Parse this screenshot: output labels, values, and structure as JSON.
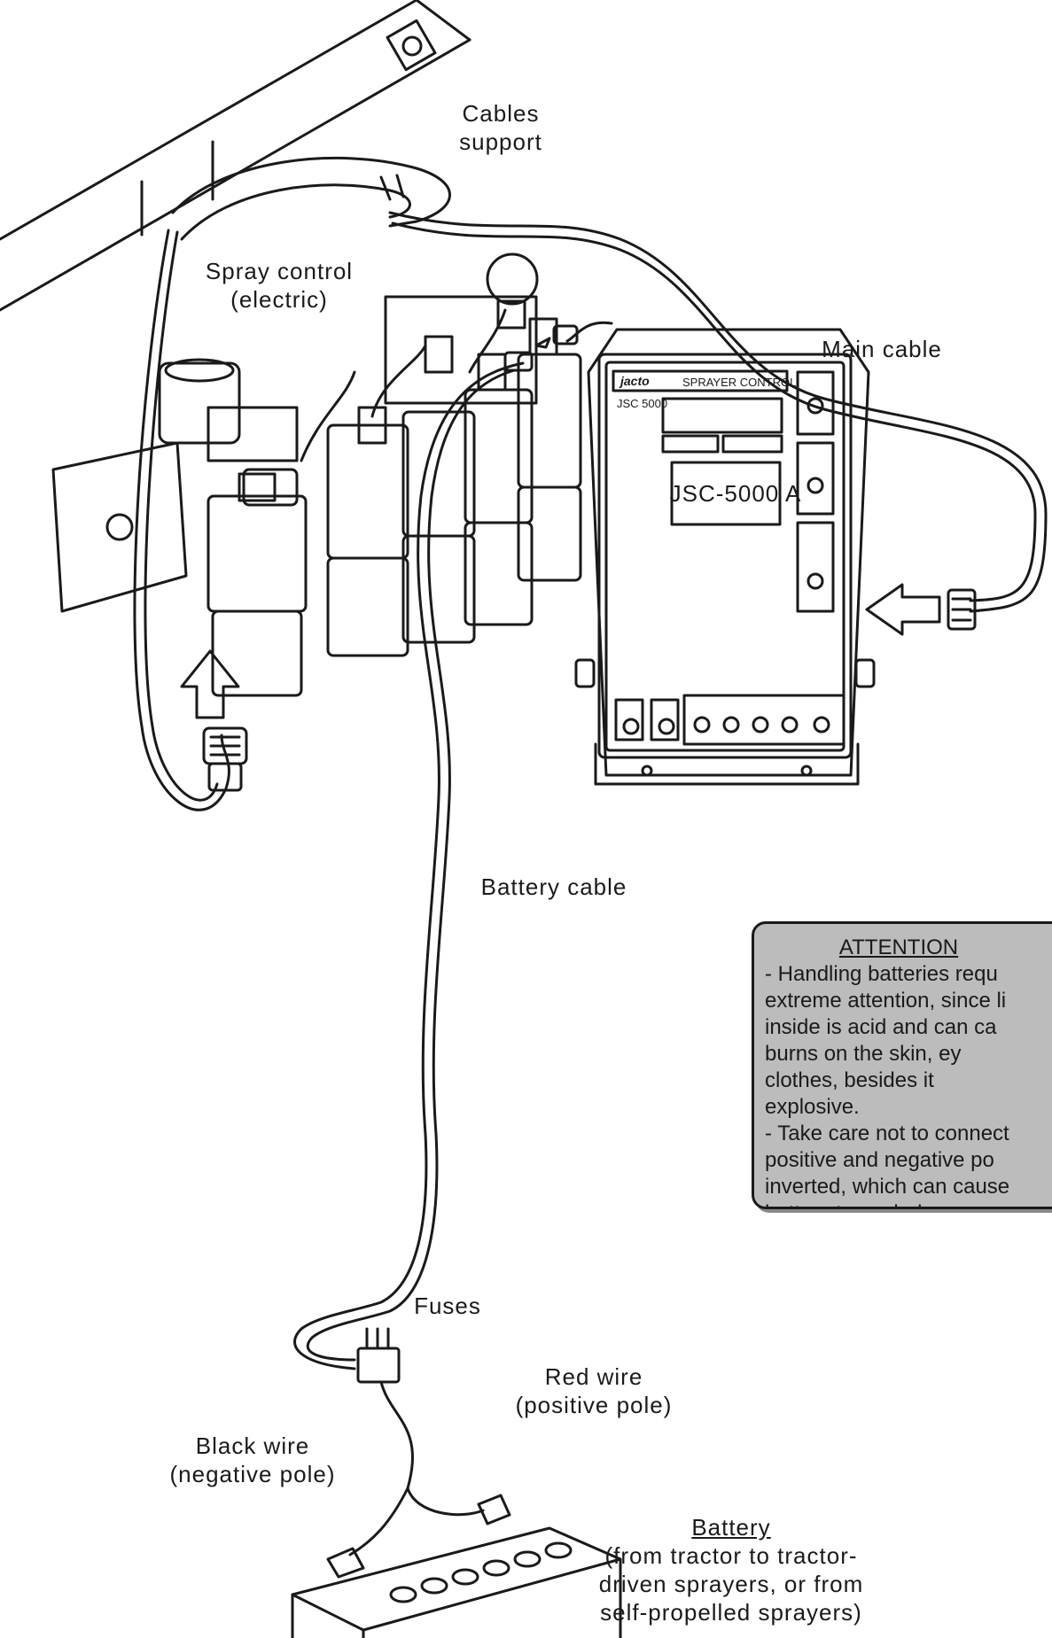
{
  "labels": {
    "cables_support": [
      "Cables",
      "support"
    ],
    "spray_control": [
      "Spray control",
      "(electric)"
    ],
    "main_cable": "Main cable",
    "model": "JSC-5000 A",
    "battery_cable": "Battery cable",
    "fuses": "Fuses",
    "red_wire": [
      "Red wire",
      "(positive pole)"
    ],
    "black_wire": [
      "Black wire",
      "(negative pole)"
    ],
    "battery_title": "Battery",
    "battery_desc": [
      "(from tractor to tractor-",
      "driven sprayers, or from",
      "self-propelled sprayers)"
    ]
  },
  "attention": {
    "title": "ATTENTION",
    "lines": [
      "- Handling batteries requ",
      "extreme attention, since li",
      "inside is acid and can ca",
      "burns on the skin, ey",
      "clothes, besides it",
      "explosive.",
      "- Take care not to connect",
      "positive and negative po",
      "inverted, which can cause",
      "battery to explode."
    ]
  },
  "controller": {
    "brand": "jacto",
    "header": "SPRAYER CONTROL",
    "model_text": "JSC 5000"
  },
  "colors": {
    "line": "#1a1a1a",
    "box_fill": "#bcbcbc",
    "background": "#ffffff"
  }
}
